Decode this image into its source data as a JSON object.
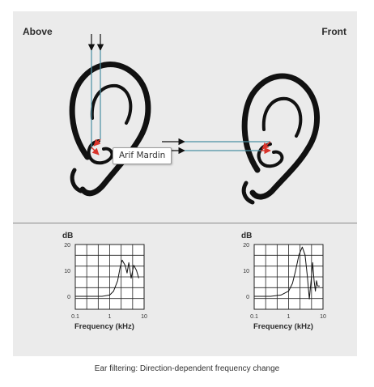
{
  "figure": {
    "label_above": "Above",
    "label_front": "Front",
    "tooltip": "Arif Mardin",
    "caption": "Ear filtering: Direction-dependent frequency change",
    "colors": {
      "background": "#ebebeb",
      "signal_line": "#4a90a4",
      "reflection_arrow": "#d9342b",
      "ink": "#111111"
    }
  },
  "chart_data": [
    {
      "type": "line",
      "title": "",
      "ylabel": "dB",
      "xlabel": "Frequency (kHz)",
      "x_scale": "log",
      "xlim": [
        0.1,
        10
      ],
      "ylim": [
        -5,
        20
      ],
      "x_ticks": [
        "0.1",
        "1",
        "10"
      ],
      "y_ticks": [
        "20",
        "10",
        "0"
      ],
      "grid": true,
      "series": [
        {
          "x": [
            0.1,
            0.3,
            0.6,
            1.0,
            1.3,
            1.7,
            2.0,
            2.3,
            2.8,
            3.2,
            3.6,
            4.2,
            5.0,
            6.0,
            7.0
          ],
          "y": [
            0,
            0,
            0,
            0.5,
            2,
            6,
            11,
            14,
            12,
            9,
            13,
            7,
            12,
            10,
            7
          ]
        }
      ]
    },
    {
      "type": "line",
      "title": "",
      "ylabel": "dB",
      "xlabel": "Frequency (kHz)",
      "x_scale": "log",
      "xlim": [
        0.1,
        10
      ],
      "ylim": [
        -5,
        20
      ],
      "x_ticks": [
        "0.1",
        "1",
        "10"
      ],
      "y_ticks": [
        "20",
        "10",
        "0"
      ],
      "grid": true,
      "series": [
        {
          "x": [
            0.1,
            0.3,
            0.6,
            1.0,
            1.3,
            1.6,
            2.0,
            2.5,
            3.0,
            3.5,
            4.0,
            4.5,
            5.0,
            5.5,
            6.0,
            6.5,
            7.0,
            8.0
          ],
          "y": [
            0,
            0,
            0.5,
            2,
            5,
            10,
            16,
            19,
            16,
            8,
            -1,
            6,
            13,
            6,
            2,
            6,
            4,
            4
          ]
        }
      ]
    }
  ]
}
